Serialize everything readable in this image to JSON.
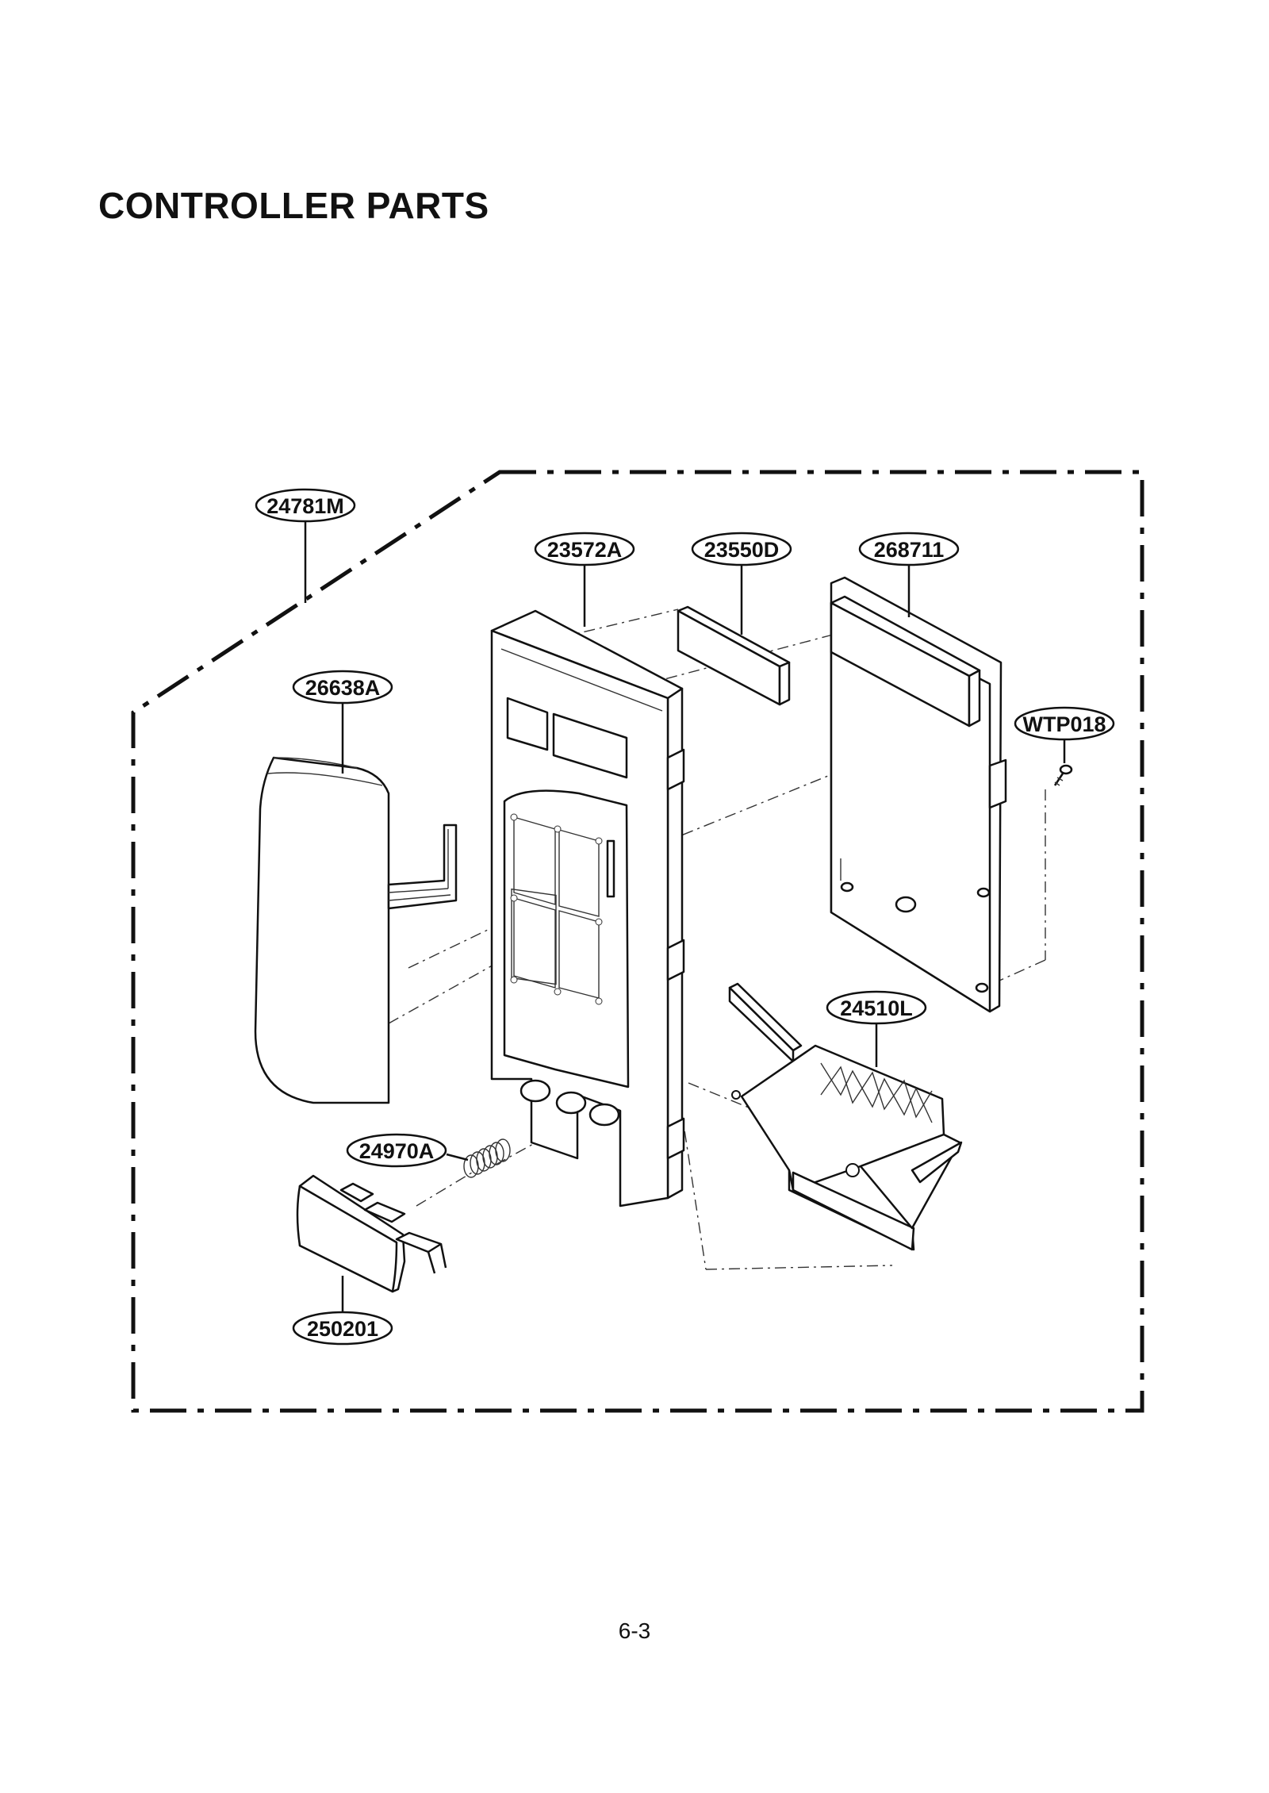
{
  "title": "CONTROLLER PARTS",
  "page_number": "6-3",
  "callouts": {
    "p24781M": "24781M",
    "p23572A": "23572A",
    "p23550D": "23550D",
    "p268711": "268711",
    "p26638A": "26638A",
    "pWTP018": "WTP018",
    "p24510L": "24510L",
    "p24970A": "24970A",
    "p250201": "250201"
  }
}
